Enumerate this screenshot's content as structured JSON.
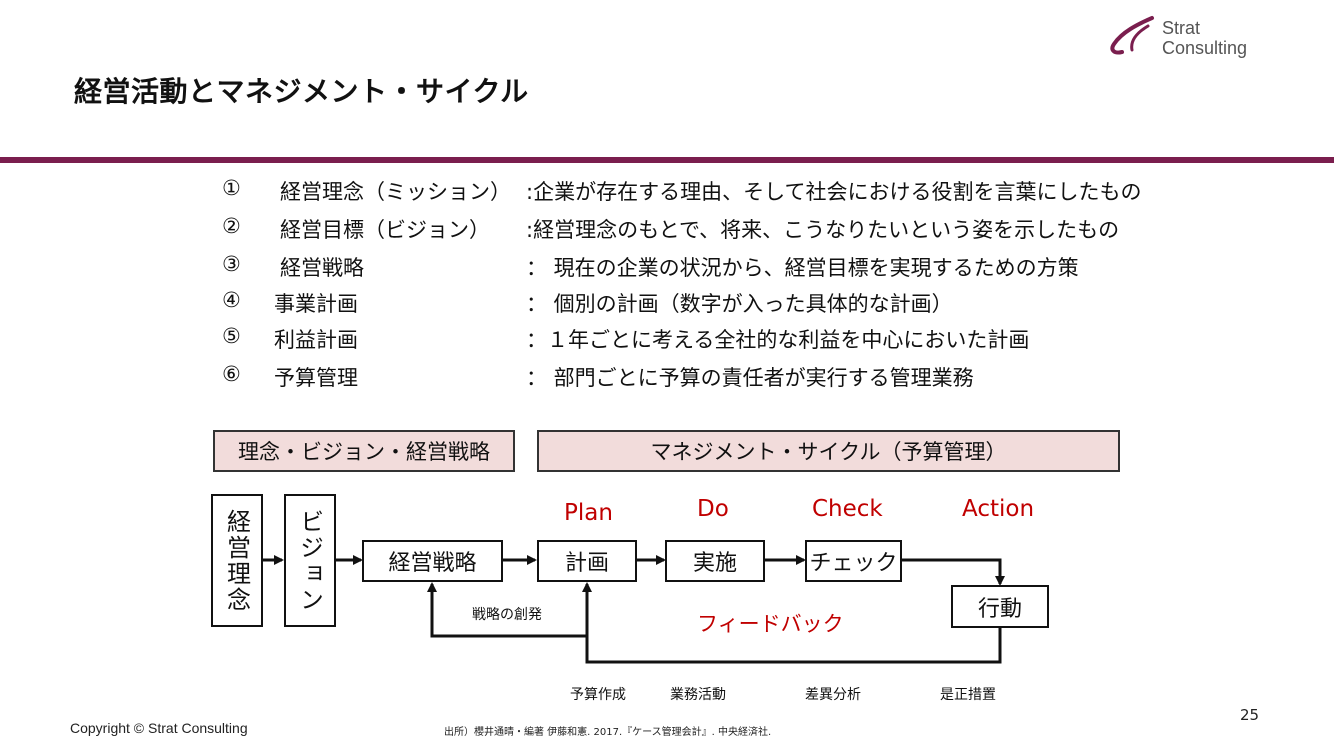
{
  "brand": {
    "line1": "Strat",
    "line2": "Consulting",
    "color": "#7a1e4e"
  },
  "title": "経営活動とマネジメント・サイクル",
  "definitions": [
    {
      "num": "①",
      "term": "経営理念（ミッション）",
      "desc": ":企業が存在する理由、そして社会における役割を言葉にしたもの"
    },
    {
      "num": "②",
      "term": "経営目標（ビジョン）",
      "desc": ":経営理念のもとで、将来、こうなりたいという姿を示したもの"
    },
    {
      "num": "③",
      "term": "経営戦略",
      "desc": "： 現在の企業の状況から、経営目標を実現するための方策"
    },
    {
      "num": "④",
      "term": "事業計画",
      "desc": "： 個別の計画（数字が入った具体的な計画）"
    },
    {
      "num": "⑤",
      "term": "利益計画",
      "desc": "：１年ごとに考える全社的な利益を中心においた計画"
    },
    {
      "num": "⑥",
      "term": "予算管理",
      "desc": "： 部門ごとに予算の責任者が実行する管理業務"
    }
  ],
  "diagram": {
    "header_left": "理念・ビジョン・経営戦略",
    "header_right": "マネジメント・サイクル（予算管理）",
    "nodes": {
      "philosophy": "経営理念",
      "vision": "ビジョン",
      "strategy": "経営戦略",
      "plan": "計画",
      "do": "実施",
      "check": "チェック",
      "action": "行動"
    },
    "pdca": {
      "plan": "Plan",
      "do": "Do",
      "check": "Check",
      "action": "Action"
    },
    "feedback_label": "フィードバック",
    "strategy_loop_label": "戦略の創発",
    "bottom_labels": {
      "plan": "予算作成",
      "do": "業務活動",
      "check": "差異分析",
      "action": "是正措置"
    },
    "accent_color": "#c00000",
    "header_fill": "#f2dcdb"
  },
  "footer": {
    "copyright": "Copyright © Strat Consulting",
    "source": "出所）櫻井通晴・編著 伊藤和憲. 2017.『ケース管理会計』. 中央経済社.",
    "page": "25"
  }
}
